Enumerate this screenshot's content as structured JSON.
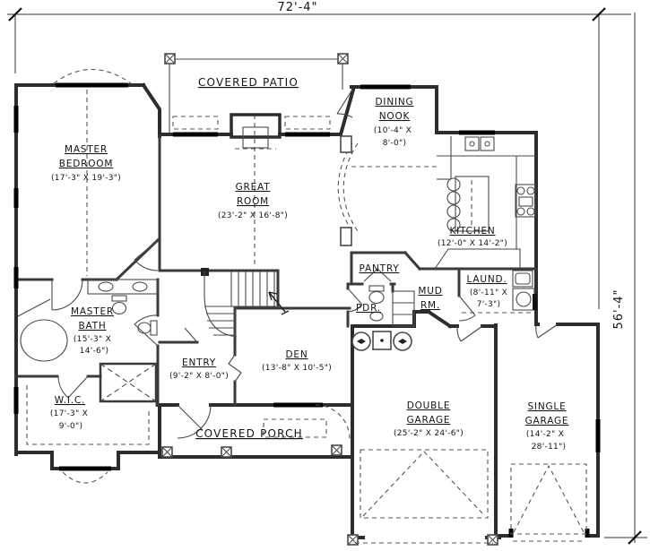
{
  "drawing": {
    "overall_width": "72'-4\"",
    "overall_depth": "56'-4\""
  },
  "colors": {
    "background": "#ffffff",
    "walls": "#2d2d2d",
    "text": "#141414"
  },
  "rooms": {
    "covered_patio": {
      "name": "COVERED PATIO"
    },
    "master_bedroom": {
      "name_line1": "MASTER",
      "name_line2": "BEDROOM",
      "dims": "(17'-3\" X 19'-3\")"
    },
    "great_room": {
      "name_line1": "GREAT",
      "name_line2": "ROOM",
      "dims": "(23'-2\" X 16'-8\")"
    },
    "dining_nook": {
      "name_line1": "DINING",
      "name_line2": "NOOK",
      "dims_line1": "(10'-4\" X",
      "dims_line2": "8'-0\")"
    },
    "kitchen": {
      "name": "KITCHEN",
      "dims": "(12'-0\" X 14'-2\")"
    },
    "master_bath": {
      "name_line1": "MASTER",
      "name_line2": "BATH",
      "dims_line1": "(15'-3\" X",
      "dims_line2": "14'-6\")"
    },
    "pantry": {
      "name": "PANTRY"
    },
    "laundry": {
      "name": "LAUND.",
      "dims_line1": "(8'-11\" X",
      "dims_line2": "7'-3\")"
    },
    "mud_room": {
      "name_line1": "MUD",
      "name_line2": "RM."
    },
    "powder_room": {
      "name": "PDR."
    },
    "entry": {
      "name": "ENTRY",
      "dims": "(9'-2\" X 8'-0\")"
    },
    "den": {
      "name": "DEN",
      "dims": "(13'-8\" X 10'-5\")"
    },
    "walk_in_closet": {
      "name": "W.I.C.",
      "dims_line1": "(17'-3\" X",
      "dims_line2": "9'-0\")"
    },
    "covered_porch": {
      "name": "COVERED PORCH"
    },
    "double_garage": {
      "name_line1": "DOUBLE",
      "name_line2": "GARAGE",
      "dims": "(25'-2\" X 24'-6\")"
    },
    "single_garage": {
      "name_line1": "SINGLE",
      "name_line2": "GARAGE",
      "dims_line1": "(14'-2\" X",
      "dims_line2": "28'-11\")"
    }
  }
}
